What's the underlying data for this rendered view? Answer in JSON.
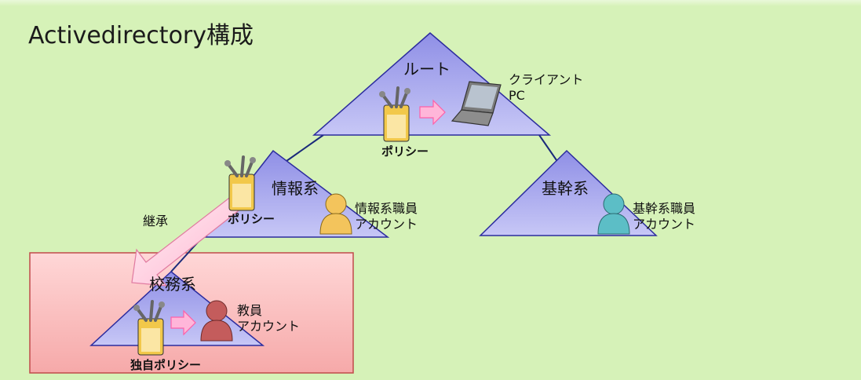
{
  "title": "Activedirectory構成",
  "nodes": {
    "root": {
      "label": "ルート",
      "policy": "ポリシー",
      "client_line1": "クライアント",
      "client_line2": "PC"
    },
    "info": {
      "label": "情報系",
      "policy": "ポリシー",
      "account_line1": "情報系職員",
      "account_line2": "アカウント"
    },
    "core": {
      "label": "基幹系",
      "account_line1": "基幹系職員",
      "account_line2": "アカウント"
    },
    "school": {
      "label": "校務系",
      "policy": "独自ポリシー",
      "account_line1": "教員",
      "account_line2": "アカウント"
    }
  },
  "inherit_label": "継承",
  "colors": {
    "background": "#d6f2b8",
    "triangle": "#a9a9ee",
    "triangle_stroke": "#2c2c9e",
    "school_box": "#f8c0c0",
    "school_box_stroke": "#c04a4a",
    "arrow": "#ff9ec9",
    "user_yellow": "#f3c45c",
    "user_teal": "#5cbec6",
    "user_red": "#c45c5c"
  },
  "icons": [
    "policy-icon",
    "arrow-right-icon",
    "laptop-icon",
    "user-icon"
  ]
}
